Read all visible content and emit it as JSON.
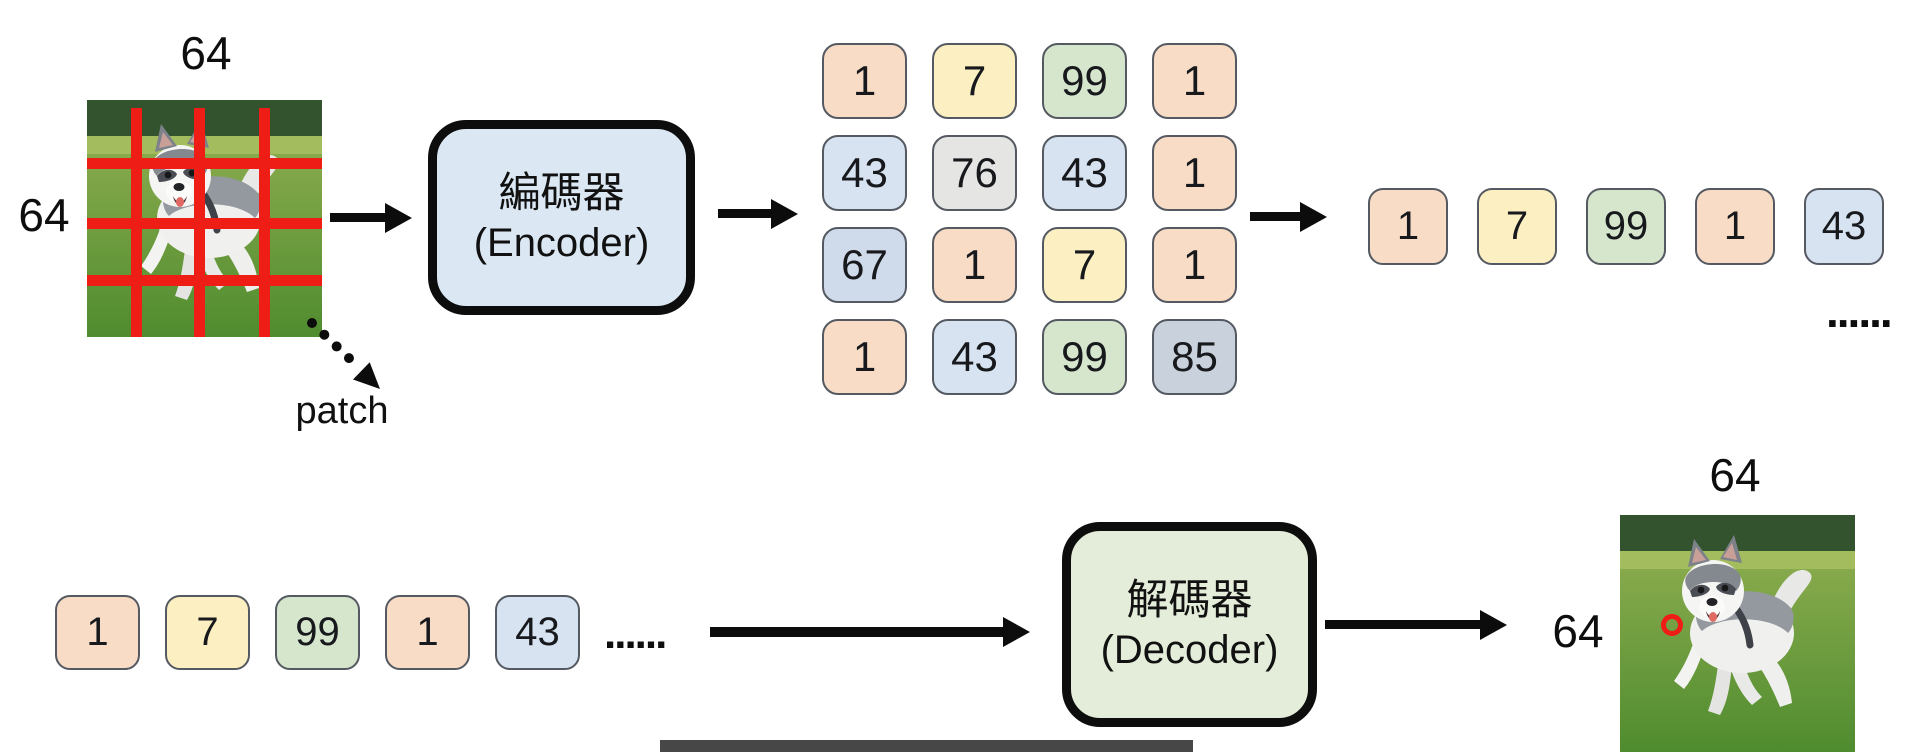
{
  "palette": {
    "peach": "#f8dcc6",
    "yellow": "#fcf0c3",
    "green": "#d6e6cd",
    "blue": "#d7e3f1",
    "blue2": "#cfdaea",
    "gray": "#e5e6e4",
    "gray2": "#c9d1dc",
    "encoder_fill": "#dbe8f4",
    "decoder_fill": "#e3edd9",
    "red": "#ee1d16",
    "bar": "#474747"
  },
  "input_image": {
    "top_label": "64",
    "left_label": "64",
    "patch_label": "patch"
  },
  "encoder": {
    "title_zh": "編碼器",
    "title_en": "(Encoder)"
  },
  "latent_grid": {
    "values": [
      [
        "1",
        "7",
        "99",
        "1"
      ],
      [
        "43",
        "76",
        "43",
        "1"
      ],
      [
        "67",
        "1",
        "7",
        "1"
      ],
      [
        "1",
        "43",
        "99",
        "85"
      ]
    ],
    "colors": [
      [
        "peach",
        "yellow",
        "green",
        "peach"
      ],
      [
        "blue",
        "gray",
        "blue",
        "peach"
      ],
      [
        "blue2",
        "peach",
        "yellow",
        "peach"
      ],
      [
        "peach",
        "blue",
        "green",
        "gray2"
      ]
    ]
  },
  "token_row_top": {
    "values": [
      "1",
      "7",
      "99",
      "1",
      "43"
    ],
    "colors": [
      "peach",
      "yellow",
      "green",
      "peach",
      "blue"
    ],
    "ellipsis": "......"
  },
  "token_row_bottom": {
    "values": [
      "1",
      "7",
      "99",
      "1",
      "43"
    ],
    "colors": [
      "peach",
      "yellow",
      "green",
      "peach",
      "blue"
    ],
    "ellipsis": "......"
  },
  "decoder": {
    "title_zh": "解碼器",
    "title_en": "(Decoder)"
  },
  "output_image": {
    "top_label": "64",
    "left_label": "64"
  }
}
